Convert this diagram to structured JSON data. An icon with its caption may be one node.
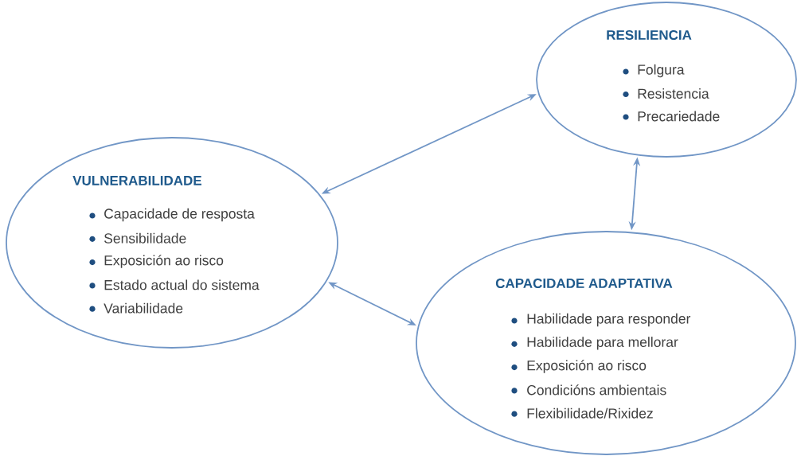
{
  "diagram": {
    "nodes": [
      {
        "text": [
          "RESILIENCIA",
          "Folgura",
          "Resistencia",
          "Precariedade"
        ]
      },
      {
        "text": [
          "VULNERABILIDADE",
          "Capacidade de resposta",
          "Sensibilidade",
          "Exposición ao risco",
          "Estado actual do sistema",
          "Variabilidade"
        ]
      },
      {
        "text": [
          "CAPACIDADE ADAPTATIVA",
          "Habilidade para responder",
          "Habilidade para mellorar",
          "Exposición ao risco",
          "Condicións ambientais",
          "Flexibilidade/Rixidez"
        ]
      }
    ],
    "edges": [
      {
        "from": 1,
        "to": 0,
        "arrow": "both"
      },
      {
        "from": 0,
        "to": 2,
        "arrow": "both"
      },
      {
        "from": 1,
        "to": 2,
        "arrow": "both"
      }
    ]
  }
}
